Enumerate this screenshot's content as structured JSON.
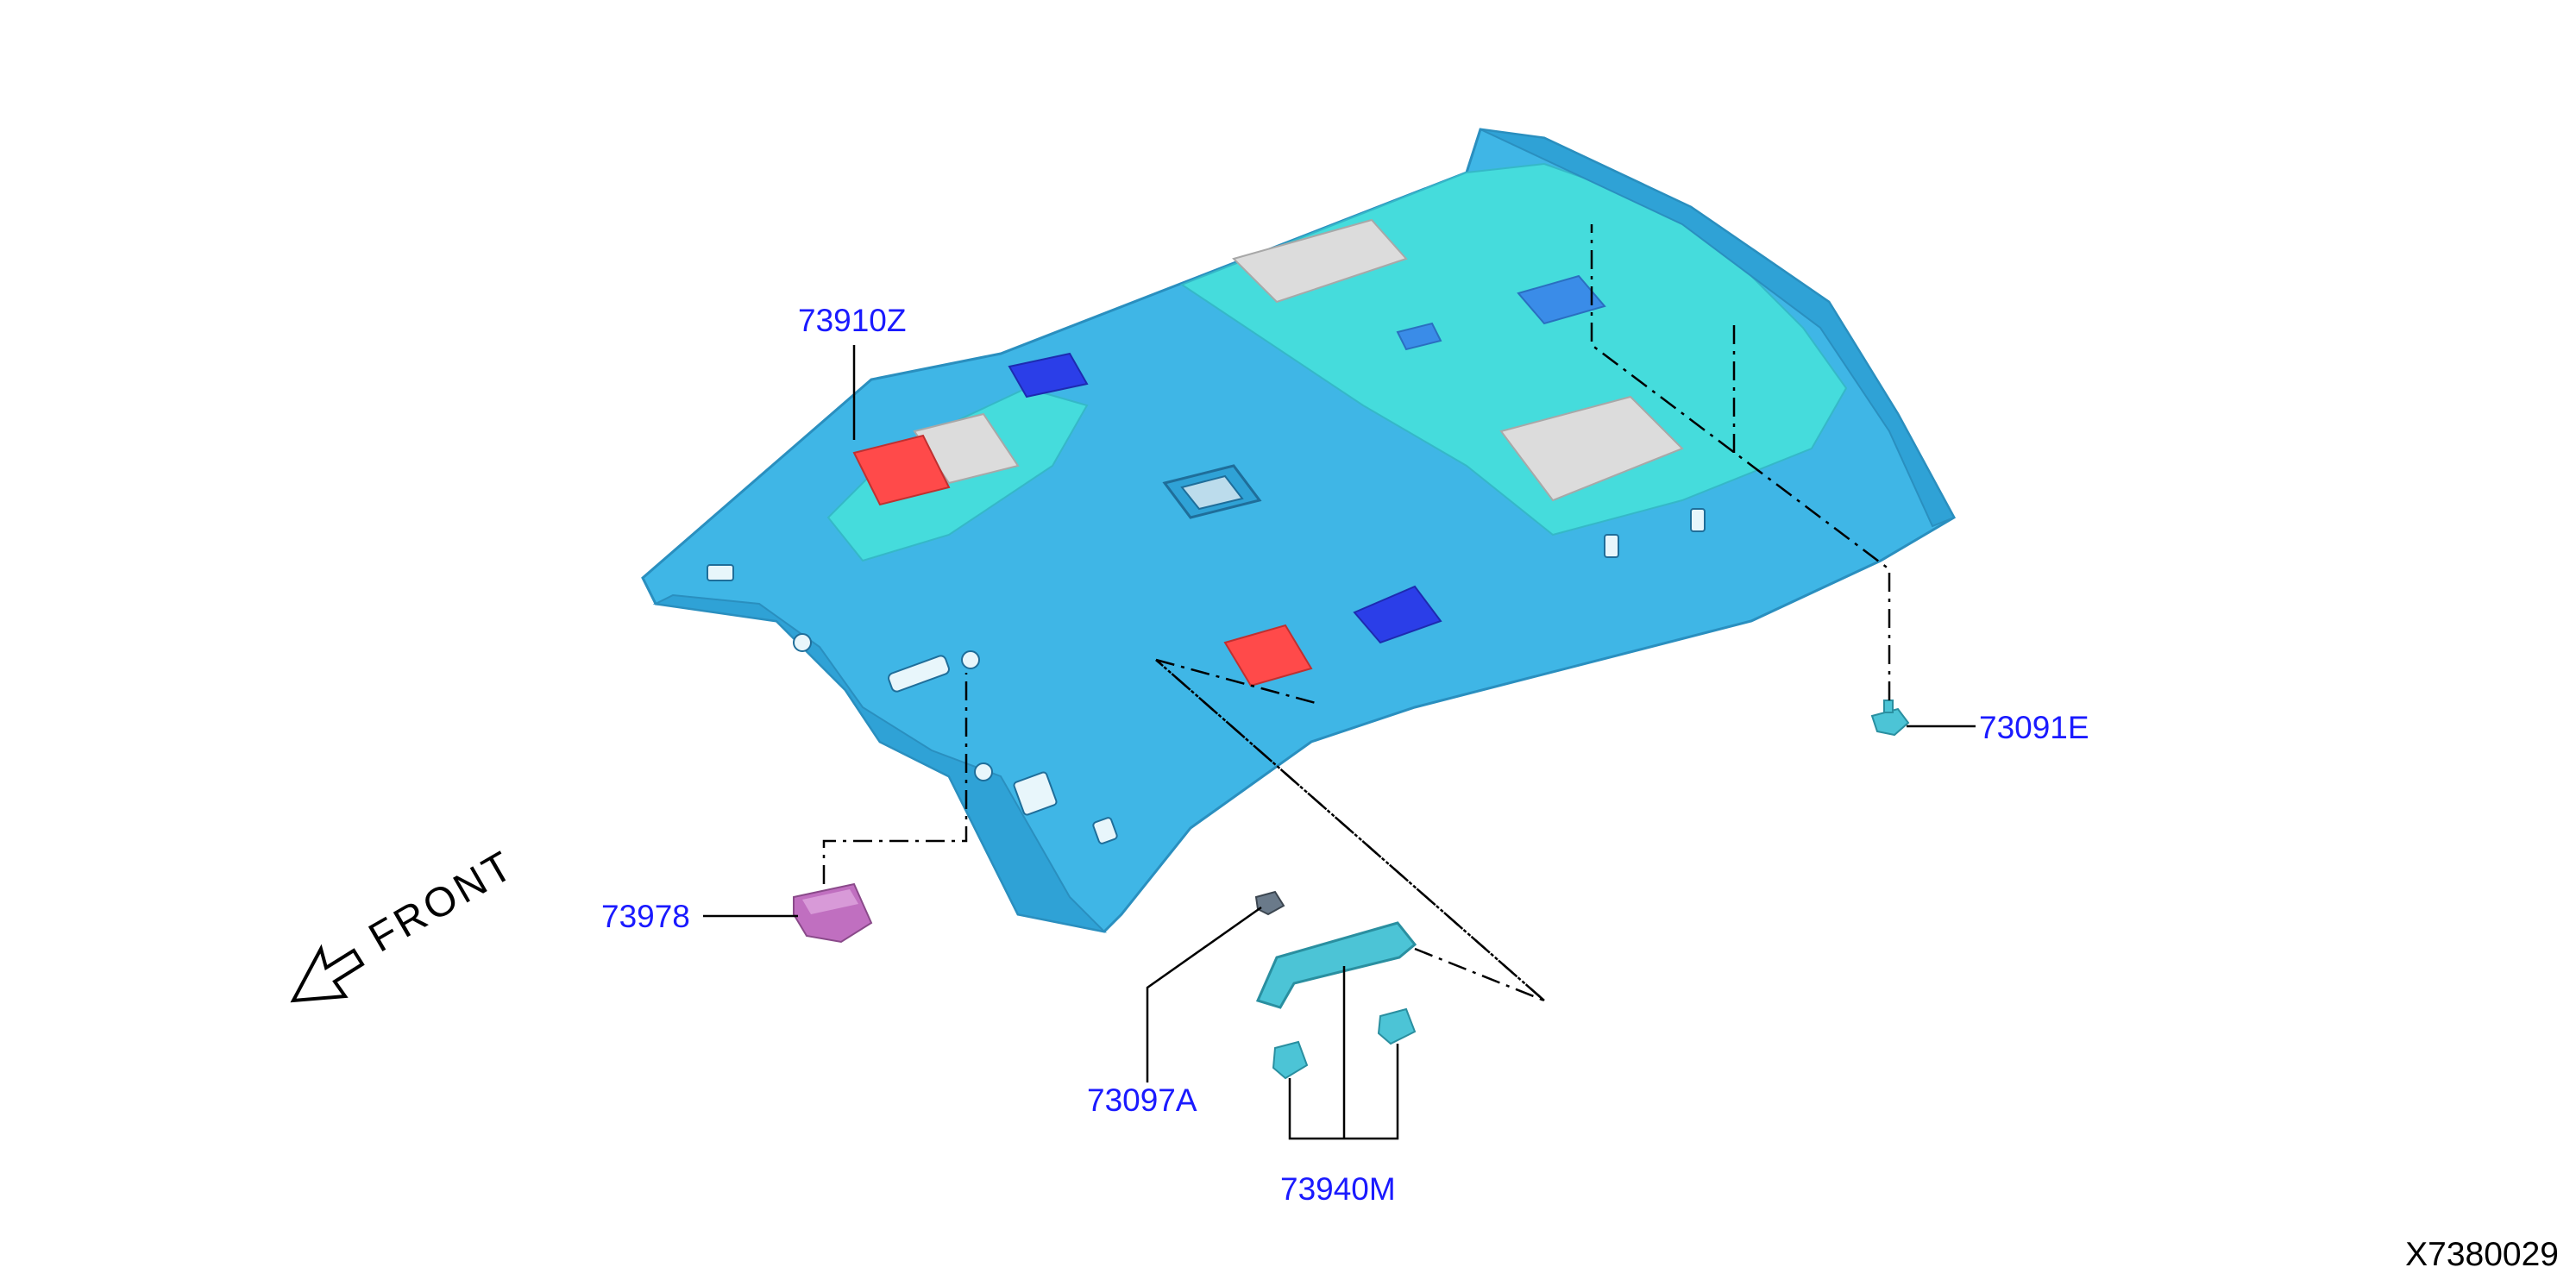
{
  "diagram": {
    "id": "X7380029",
    "direction_label": "FRONT",
    "parts": {
      "headlining": "73910Z",
      "clip": "73091E",
      "lamp": "73978",
      "grip_bracket": "73097A",
      "assist_grip": "73940M"
    }
  },
  "colors": {
    "label": "#1a1aff",
    "roof_main": "#3fb6e6",
    "roof_pad": "#45dcdc",
    "pad_red": "#ff4a4a",
    "pad_blue": "#2b3ee8",
    "pad_grey": "#dcdcdc",
    "lamp": "#c06fc0",
    "grip": "#4cc4d6"
  }
}
